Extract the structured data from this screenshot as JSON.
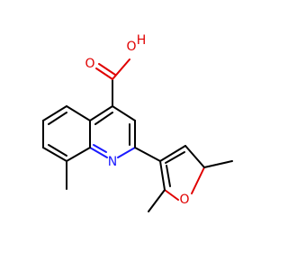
{
  "molecule": {
    "atoms": {
      "hydroxyl_o": "O",
      "hydroxyl_h": "H",
      "carbonyl_o": "O",
      "ring_n": "N",
      "furan_o": "O"
    },
    "colors": {
      "oxygen": "#e00000",
      "nitrogen": "#1a1aff",
      "carbon": "#000000"
    }
  }
}
